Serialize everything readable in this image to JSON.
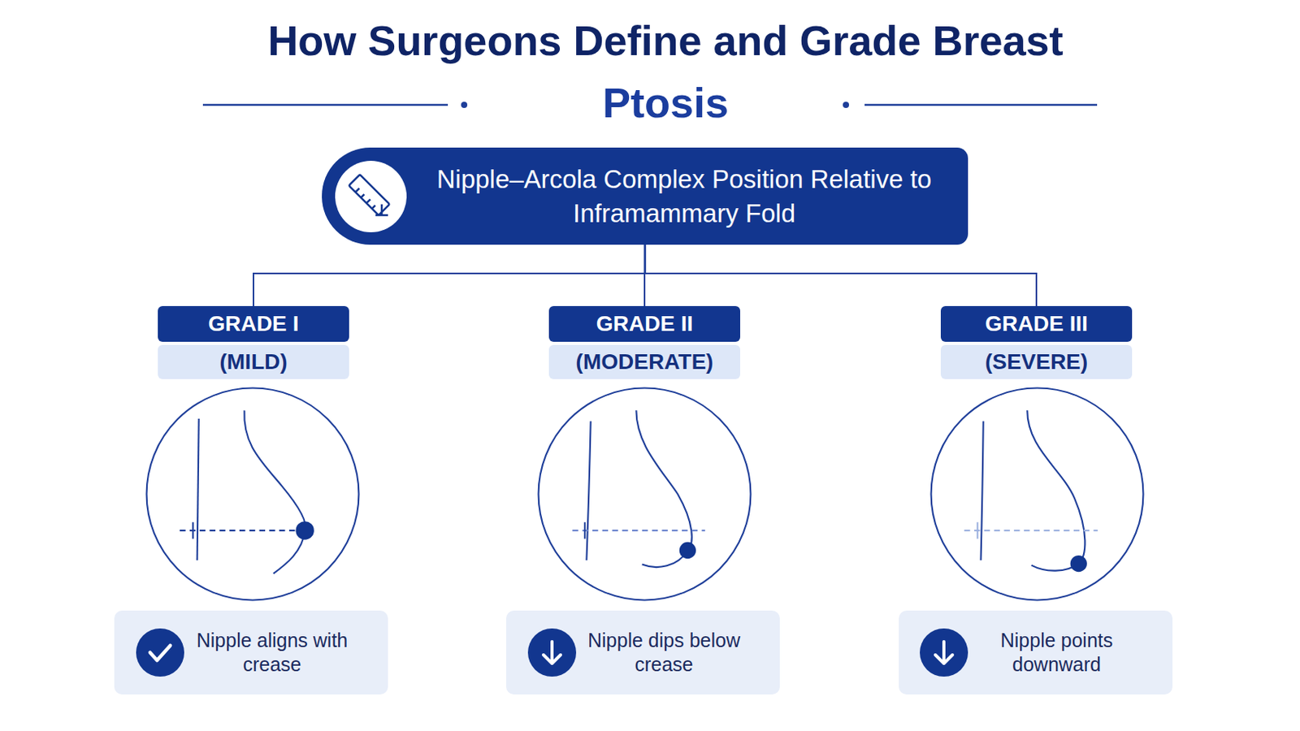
{
  "diagram": {
    "title": "How Surgeons Define and Grade Breast Ptosis",
    "nodes": [
      {
        "text": [
          "Nipple–Arcola Complex Position Relative to Inframammary Fold"
        ]
      },
      {
        "text": [
          "GRADE I",
          "(MILD)"
        ]
      },
      {
        "text": [
          "GRADE II",
          "(MODERATE)"
        ]
      },
      {
        "text": [
          "GRADE III",
          "(SEVERE)"
        ]
      },
      {
        "text": [
          "Nipple aligns with crease"
        ]
      },
      {
        "text": [
          "Nipple dips below crease"
        ]
      },
      {
        "text": [
          "Nipple points downward"
        ]
      }
    ],
    "edges": [
      {
        "from": 0,
        "to": 1,
        "arrow": "none"
      },
      {
        "from": 0,
        "to": 2,
        "arrow": "none"
      },
      {
        "from": 0,
        "to": 3,
        "arrow": "none"
      }
    ]
  }
}
